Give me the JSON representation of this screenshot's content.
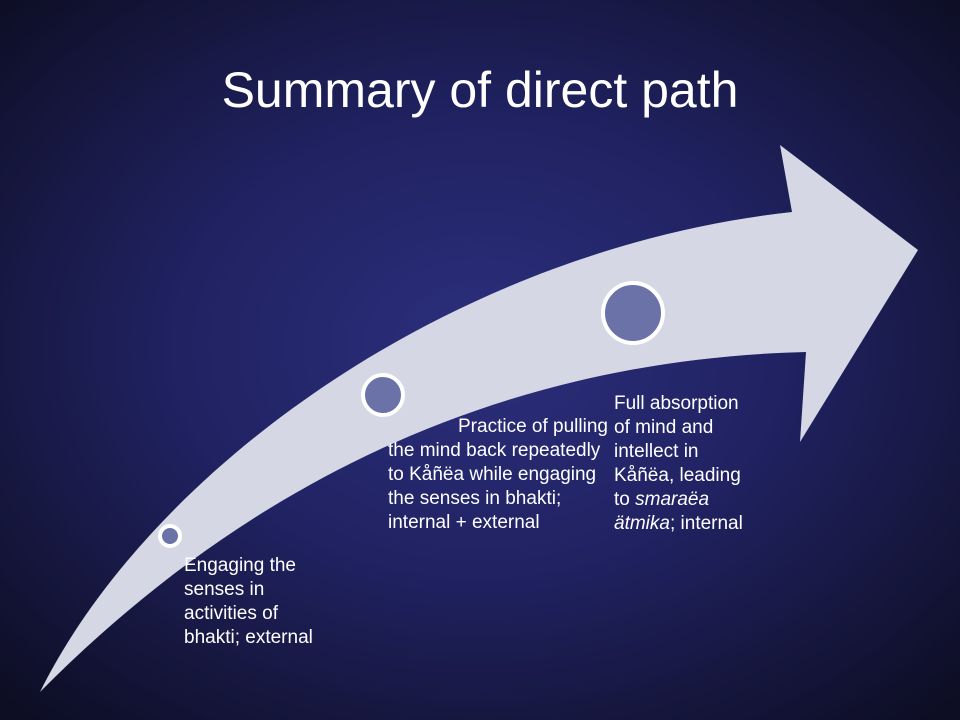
{
  "title": "Summary of direct path",
  "colors": {
    "arrow": "#d5d7e4",
    "marker_fill": "#6b72a8",
    "marker_stroke": "#ffffff",
    "text": "#ffffff"
  },
  "steps": [
    {
      "text": "Engaging the\nsenses in\nactivities of\nbhakti; external"
    },
    {
      "text": "Practice of pulling the mind back repeatedly to Kåñëa while engaging the senses in bhakti; internal + external"
    },
    {
      "text_before": "Full absorption\nof mind and\nintellect in\nKåñëa, leading\nto ",
      "italic": "smaraëa\nätmika",
      "text_after": "; internal"
    }
  ]
}
